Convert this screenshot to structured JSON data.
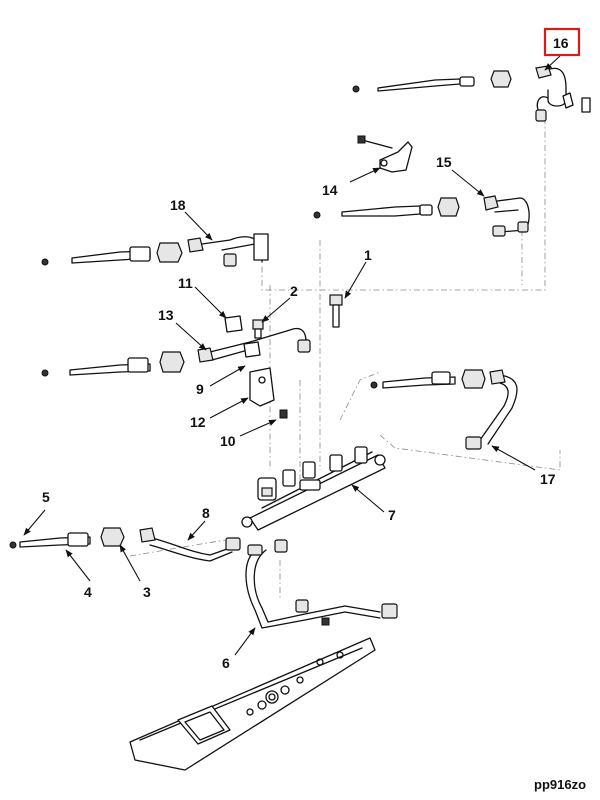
{
  "highlighted_callout": "16",
  "drawing_code": "pp916zo",
  "callouts": {
    "c1": "1",
    "c2": "2",
    "c3": "3",
    "c4": "4",
    "c5": "5",
    "c6": "6",
    "c7": "7",
    "c8": "8",
    "c9": "9",
    "c10": "10",
    "c11": "11",
    "c12": "12",
    "c13": "13",
    "c14": "14",
    "c15": "15",
    "c16": "16",
    "c17": "17",
    "c18": "18"
  },
  "colors": {
    "highlight": "#e01818",
    "line": "#111111"
  }
}
